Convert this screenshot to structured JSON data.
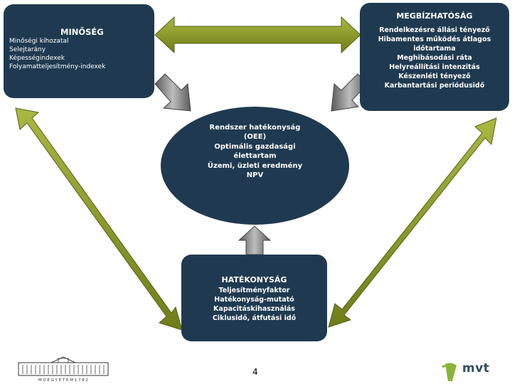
{
  "quality": {
    "title": "MINŐSÉG",
    "items": [
      "Minőségi kihozatal",
      "Selejtarány",
      "Képességindexek",
      "Folyamatteljesítmény-indexek"
    ]
  },
  "reliability": {
    "title": "MEGBÍZHATÓSÁG",
    "items": [
      "Rendelkezésre állási tényező",
      "Hibamentes működés átlagos",
      "időtartama",
      "Meghibásodási ráta",
      "Helyreállítási intenzitás",
      "Készenléti tényező",
      "Karbantartási periódusidő"
    ]
  },
  "center": {
    "items": [
      "Rendszer hatékonyság",
      "(OEE)",
      "Optimális gazdasági",
      "élettartam",
      "Üzemi, üzleti eredmény",
      "NPV"
    ]
  },
  "efficiency": {
    "title": "HATÉKONYSÁG",
    "items": [
      "Teljesítményfaktor",
      "Hatékonyság-mutató",
      "Kapacitáskihasználás",
      "Ciklusidő, átfutási idő"
    ]
  },
  "footer": {
    "page_number": "4",
    "left_logo_text": "M Ű E G Y E T E M 1 7 8 2",
    "brand": "mvt"
  },
  "colors": {
    "box": "#1f3a50",
    "double_arrow": "#7b8a1f",
    "small_arrow": "#808080"
  }
}
